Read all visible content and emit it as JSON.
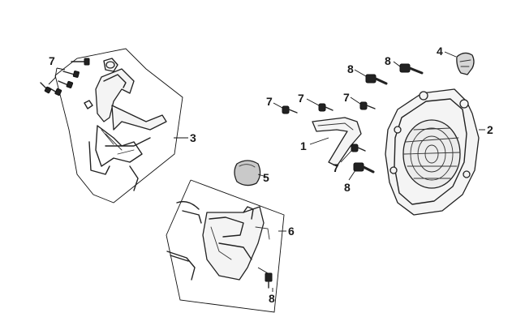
{
  "diagram": {
    "callouts": {
      "c1": "1",
      "c2": "2",
      "c3": "3",
      "c4": "4",
      "c5": "5",
      "c6": "6",
      "c7a": "7",
      "c7b": "7",
      "c7c": "7",
      "c7d": "7",
      "c7e": "7",
      "c8a": "8",
      "c8b": "8",
      "c8c": "8",
      "c8d": "8"
    }
  }
}
